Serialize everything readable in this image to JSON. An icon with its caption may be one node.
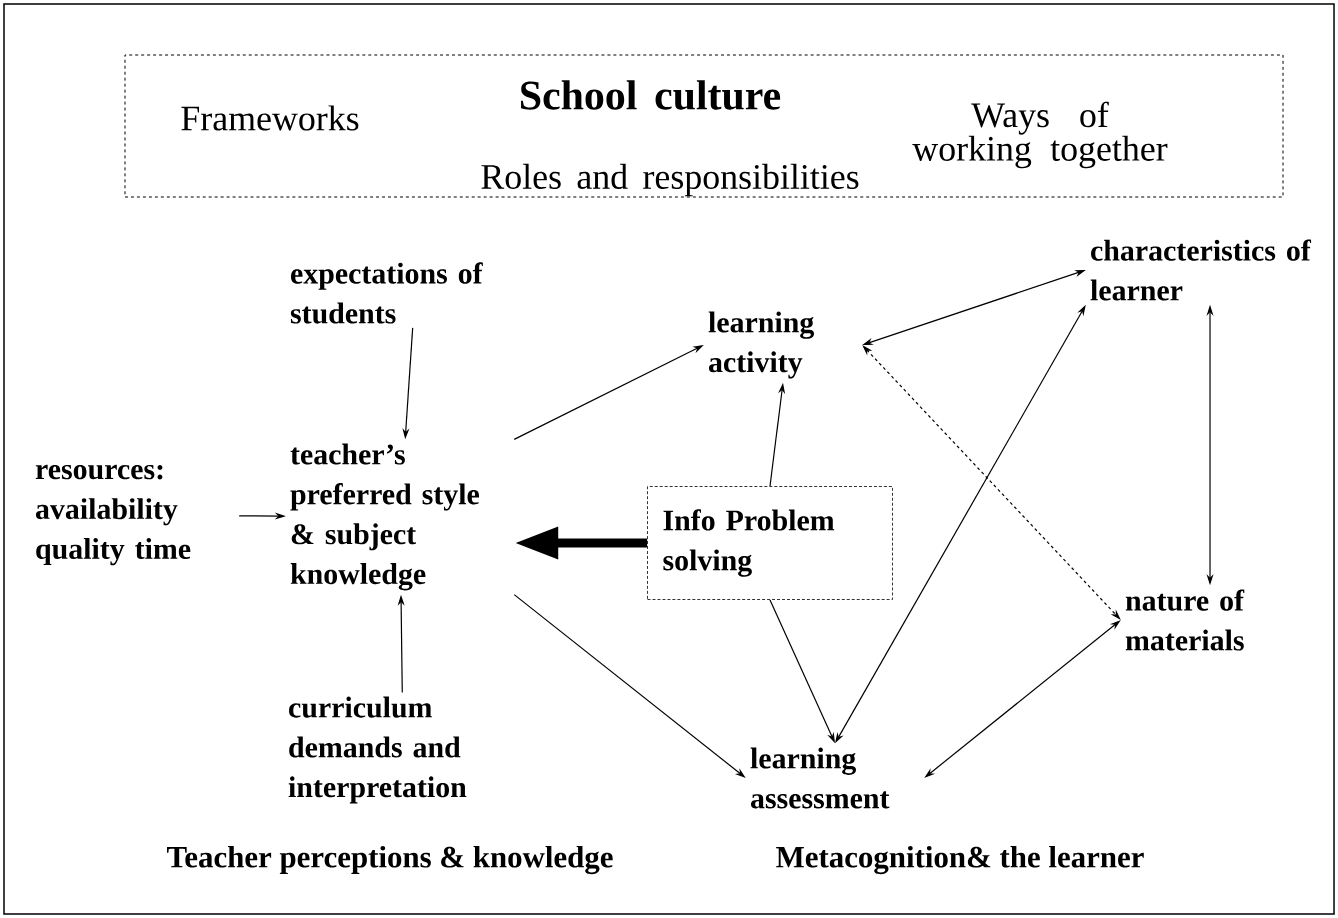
{
  "diagram": {
    "nodes": [
      {
        "text": [
          "School culture",
          "Frameworks",
          "Ways of working together",
          "Roles and responsibilities"
        ]
      },
      {
        "text": [
          "expectations of students"
        ]
      },
      {
        "text": [
          "resources: availability quality time"
        ]
      },
      {
        "text": [
          "teacher’s preferred style & subject knowledge"
        ]
      },
      {
        "text": [
          "curriculum demands and interpretation"
        ]
      },
      {
        "text": [
          "learning activity"
        ]
      },
      {
        "text": [
          "Info Problem solving"
        ]
      },
      {
        "text": [
          "learning assessment"
        ]
      },
      {
        "text": [
          "characteristics of learner"
        ]
      },
      {
        "text": [
          "nature of materials"
        ]
      }
    ],
    "edges": [
      {
        "from": 1,
        "to": 3,
        "arrow": "to"
      },
      {
        "from": 2,
        "to": 3,
        "arrow": "to"
      },
      {
        "from": 4,
        "to": 3,
        "arrow": "to"
      },
      {
        "from": 3,
        "to": 5,
        "arrow": "to"
      },
      {
        "from": 3,
        "to": 7,
        "arrow": "to"
      },
      {
        "from": 6,
        "to": 3,
        "arrow": "to",
        "style": "thick"
      },
      {
        "from": 6,
        "to": 5,
        "arrow": "to"
      },
      {
        "from": 6,
        "to": 7,
        "arrow": "to"
      },
      {
        "from": 5,
        "to": 8,
        "arrow": "both"
      },
      {
        "from": 7,
        "to": 8,
        "arrow": "both"
      },
      {
        "from": 8,
        "to": 9,
        "arrow": "both"
      },
      {
        "from": 5,
        "to": 9,
        "arrow": "both",
        "style": "dashed"
      },
      {
        "from": 7,
        "to": 9,
        "arrow": "both"
      }
    ],
    "labels": [
      "Teacher perceptions & knowledge",
      "Metacognition& the learner"
    ]
  }
}
